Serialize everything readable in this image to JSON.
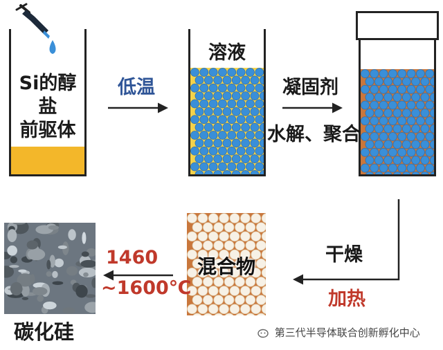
{
  "steps": {
    "precursor": "Si的醇盐\n前驱体",
    "solution": "溶液",
    "mixture": "混合物",
    "product": "碳化硅"
  },
  "arrows": {
    "low_temp": "低温",
    "coagulant": "凝固剂",
    "hydrolysis": "水解、聚合",
    "dry": "干燥",
    "heat": "加热",
    "temp_top": "1460",
    "temp_bottom": "~1600℃"
  },
  "watermark": "第三代半导体联合创新孵化中心",
  "colors": {
    "yellow": "#f3b72a",
    "particle_blue": "#3a8fd8",
    "brown": "#c9773c",
    "blue_text": "#2f5597",
    "red_text": "#c0392b"
  }
}
